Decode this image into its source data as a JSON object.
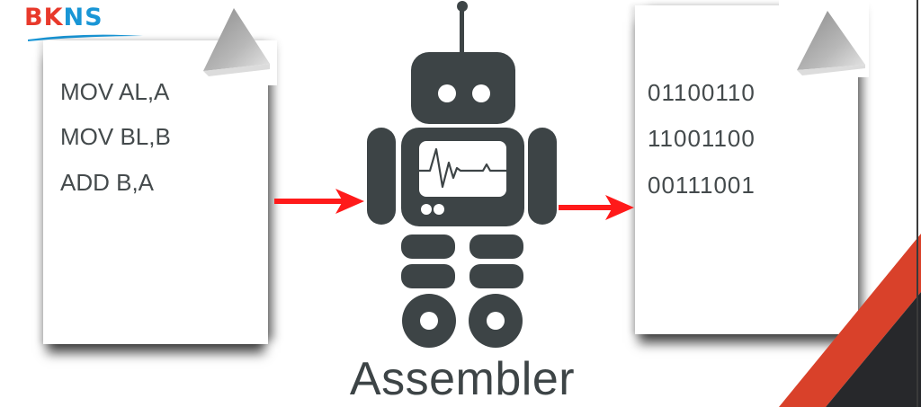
{
  "logo": {
    "part1": "BK",
    "part2": "NS",
    "colors": {
      "red": "#e8392b",
      "blue": "#1996d6"
    }
  },
  "source_document": {
    "lines": [
      "MOV AL,A",
      "MOV BL,B",
      "ADD B,A"
    ]
  },
  "output_document": {
    "lines": [
      "01100110",
      "11001100",
      "00111001"
    ]
  },
  "robot": {
    "label": "Assembler",
    "color": "#3d4446",
    "icons": [
      "antenna-icon",
      "robot-head-icon",
      "heartbeat-screen-icon",
      "wheel-icon"
    ]
  },
  "arrows": {
    "color": "#ff1a1a",
    "items": [
      "source-to-assembler",
      "assembler-to-output"
    ]
  },
  "decoration": {
    "corner_colors": {
      "red": "#d9412a",
      "dark": "#27282b"
    }
  }
}
